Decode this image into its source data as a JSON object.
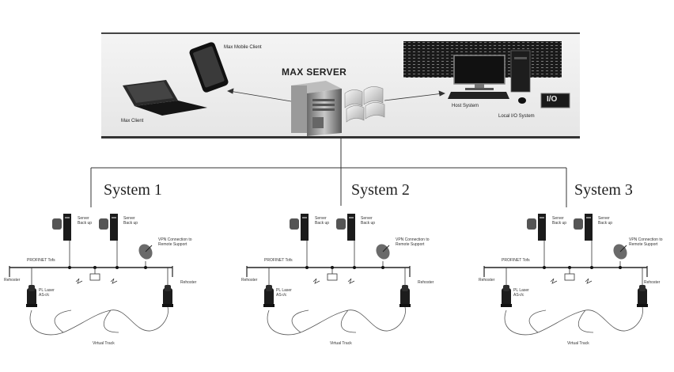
{
  "server": {
    "title": "MAX SERVER",
    "mobile_client": "Max Mobile Client",
    "max_client": "Max Client",
    "host_system": "Host System",
    "local_io": "Local I/O System",
    "io_badge": "I/O"
  },
  "systems": [
    {
      "title": "System 1"
    },
    {
      "title": "System 2"
    },
    {
      "title": "System 3"
    }
  ],
  "system_labels": {
    "server1": "Server",
    "server1_sub": "Back up",
    "server2": "Server",
    "server2_sub": "Back up",
    "vpn": "VPN Connection to Remote Support",
    "profinet": "PROFINET Tofs",
    "pl_laser": "PL Laser",
    "pl_laser_sub": "AS-i/c",
    "tracks": "Virtual Track",
    "left_tag": "Rehoster",
    "right_tag": "Rehoster"
  },
  "colors": {
    "panel": "#e9e9e9",
    "line": "#444444",
    "device": "#1c1c1c",
    "screen": "#2b2b2b"
  }
}
